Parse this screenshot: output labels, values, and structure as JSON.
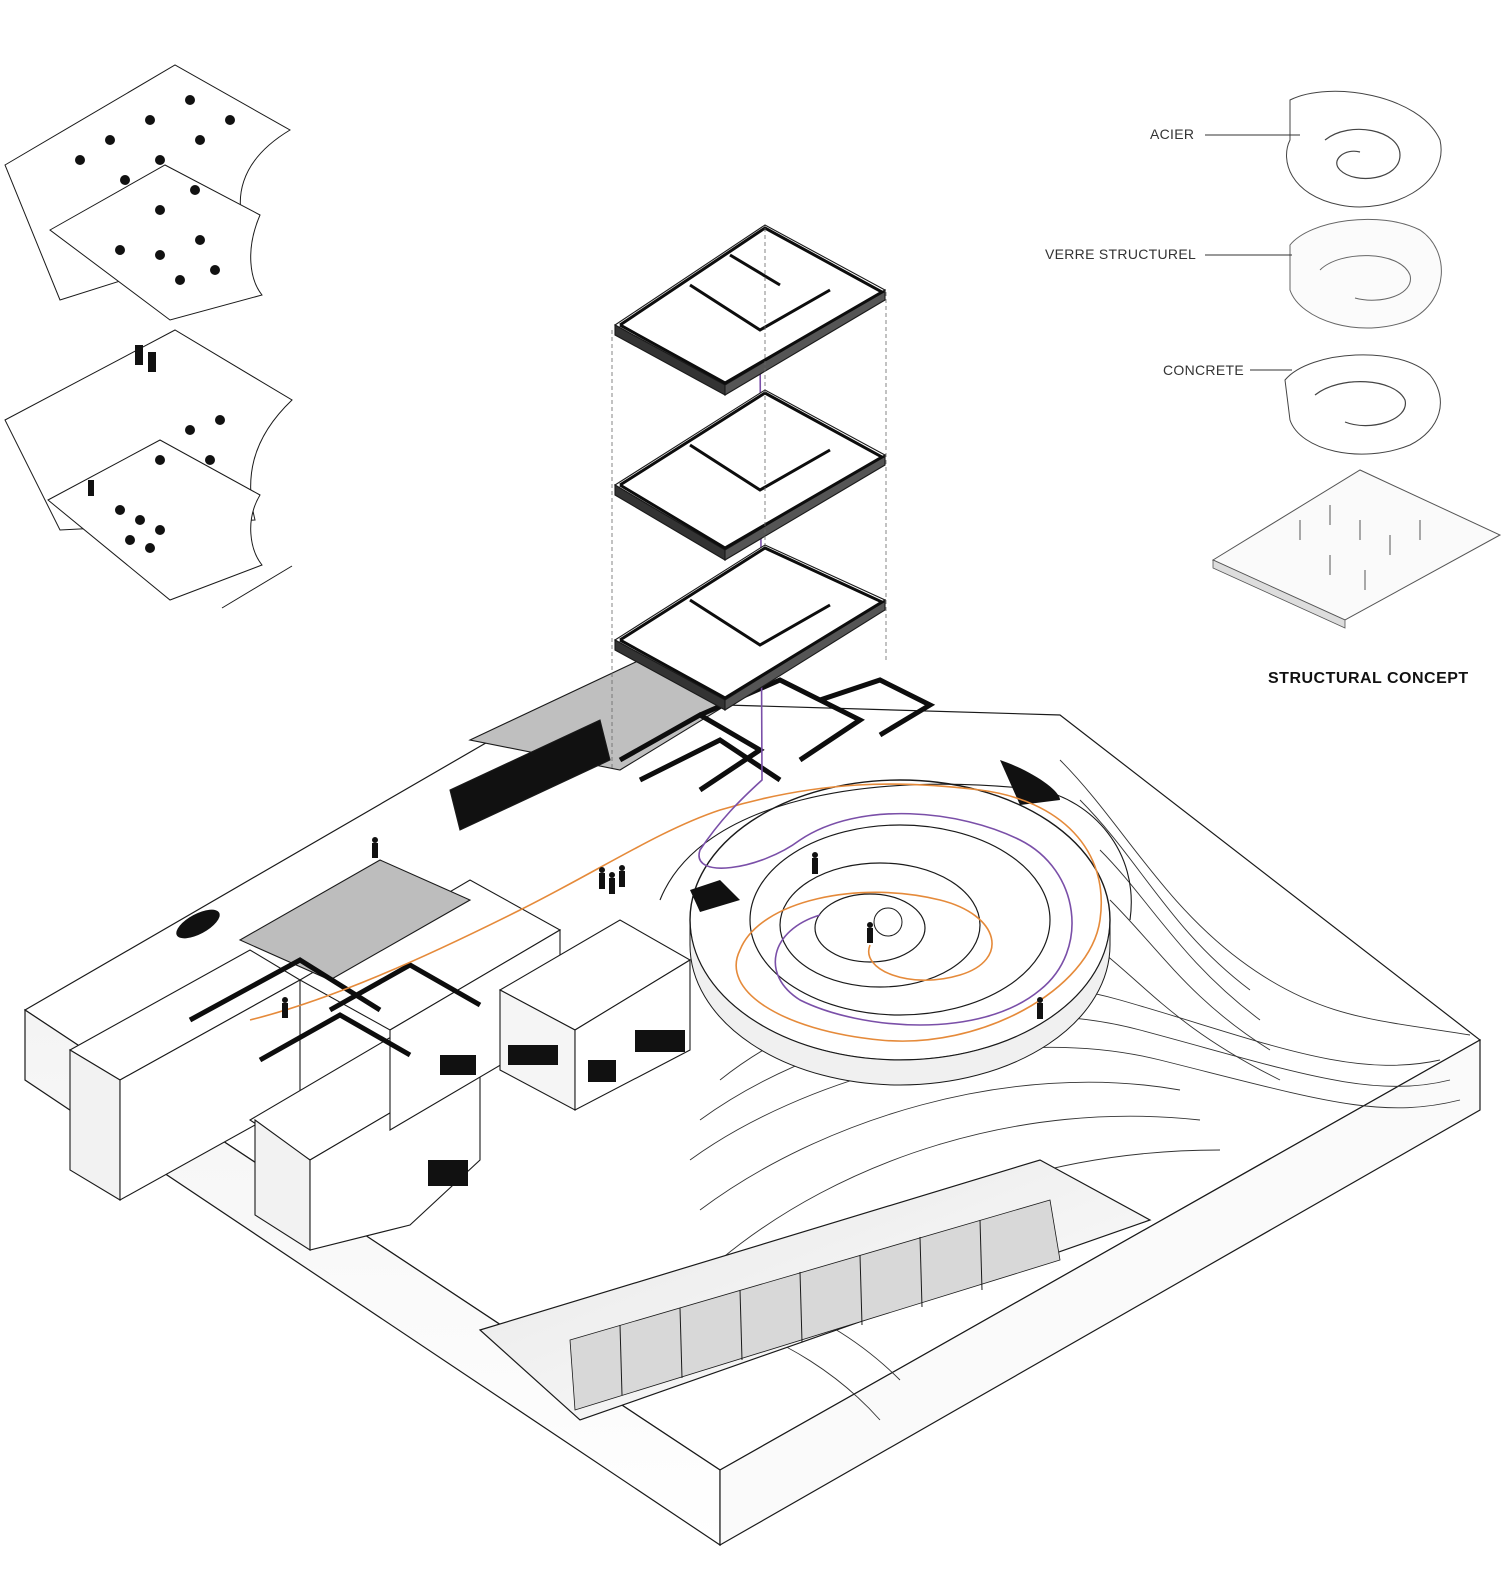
{
  "structural_concept": {
    "title": "STRUCTURAL CONCEPT",
    "layers": [
      {
        "label": "ACIER"
      },
      {
        "label": "VERRE STRUCTUREL"
      },
      {
        "label": "CONCRETE"
      }
    ]
  },
  "colors": {
    "line": "#1a1a1a",
    "wall": "#0d0d0d",
    "path_orange": "#e58a3a",
    "path_purple": "#7a4fa8",
    "shade": "#cfcfcf"
  }
}
